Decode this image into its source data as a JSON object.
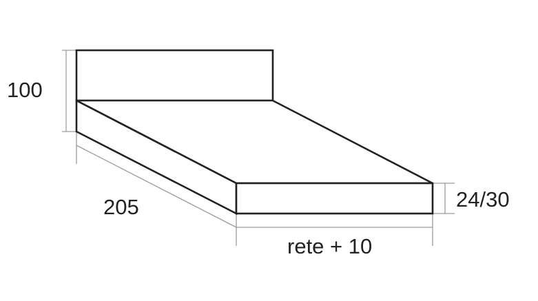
{
  "dimensions": {
    "height_headboard": "100",
    "length": "205",
    "thickness": "24/30",
    "width": "rete + 10"
  },
  "colors": {
    "outline": "#222222",
    "dimension_line": "#9a9a9a",
    "text": "#222222"
  }
}
